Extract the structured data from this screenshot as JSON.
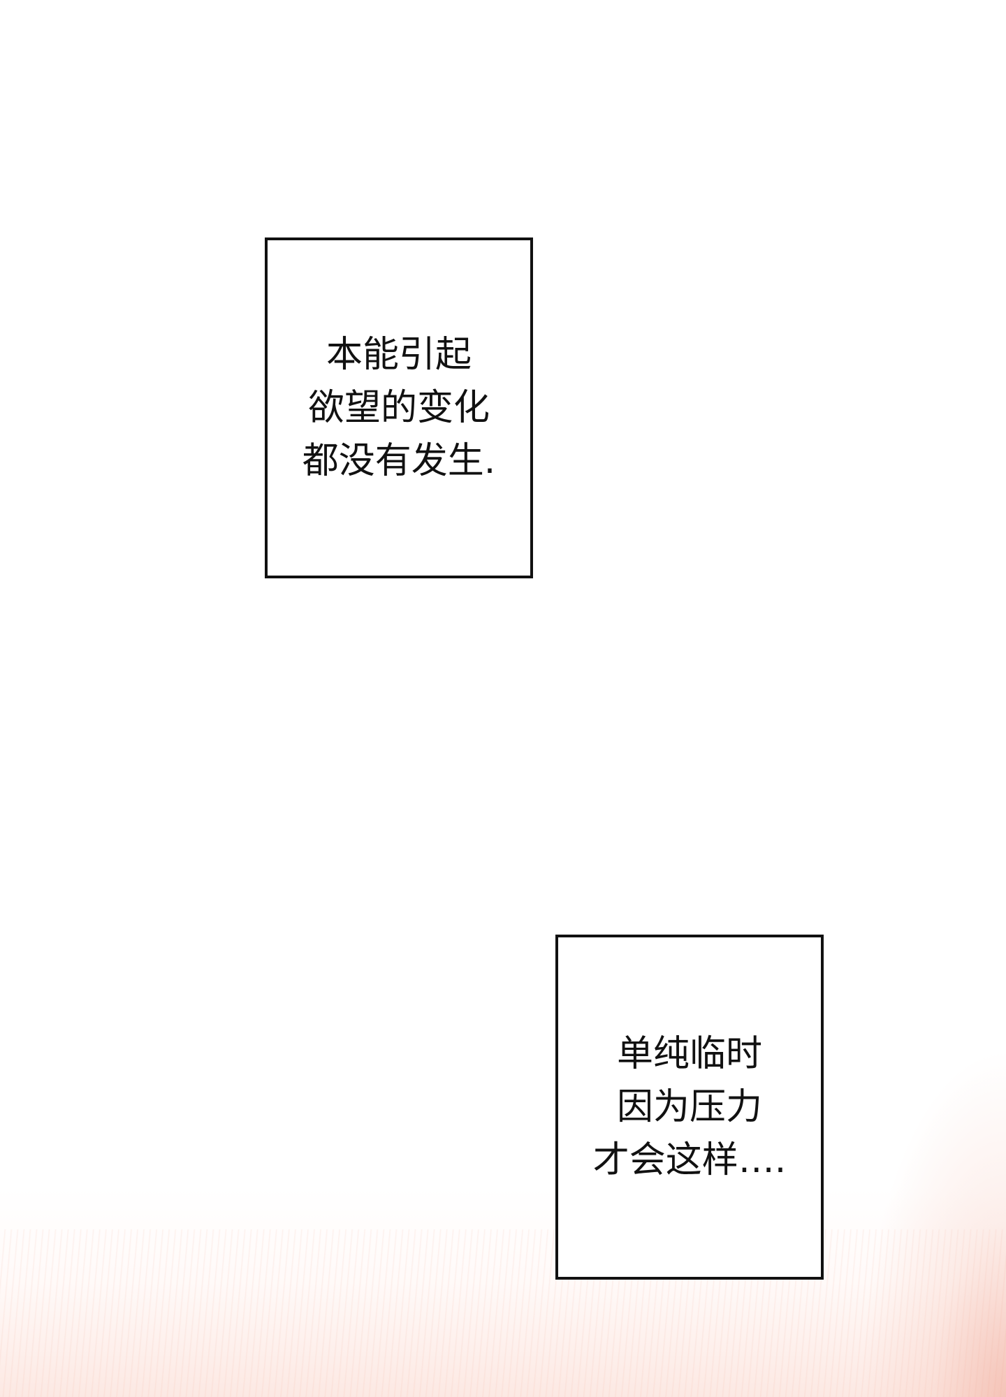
{
  "narrations": [
    {
      "lines": [
        "本能引起",
        "欲望的变化",
        "都没有发生."
      ]
    },
    {
      "lines": [
        "单纯临时",
        "因为压力",
        "才会这样…."
      ]
    }
  ],
  "colors": {
    "background": "#ffffff",
    "text": "#111111",
    "border": "#111111",
    "bottom_tint": "#f5c8bb"
  }
}
